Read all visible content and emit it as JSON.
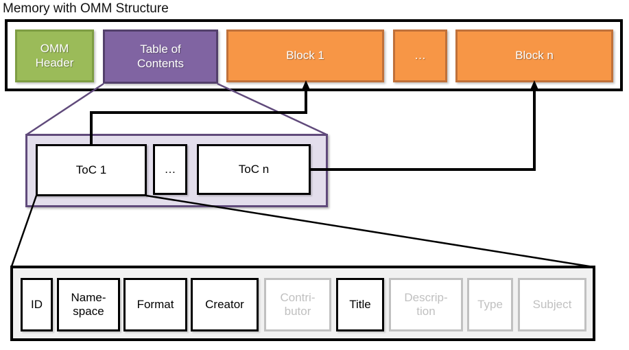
{
  "title": "Memory with OMM Structure",
  "colors": {
    "header_fill": "#9BBB59",
    "header_border": "#7E9D43",
    "toc_segment_fill": "#8064A2",
    "toc_segment_border": "#53406B",
    "block_fill": "#F79646",
    "block_border": "#C0713A",
    "toc_container_fill": "#E3DEEC",
    "toc_container_border": "#604A7B",
    "fields_container_fill": "#F1F1F1",
    "inactive_gray": "#C0C0C0",
    "line_black": "#000000"
  },
  "memory": {
    "segments": [
      {
        "label": "OMM\nHeader"
      },
      {
        "label": "Table of\nContents"
      },
      {
        "label": "Block 1"
      },
      {
        "label": "…"
      },
      {
        "label": "Block n"
      }
    ]
  },
  "toc": {
    "entries": [
      {
        "label": "ToC 1"
      },
      {
        "label": "…"
      },
      {
        "label": "ToC n"
      }
    ]
  },
  "fields": {
    "items": [
      {
        "label": "ID",
        "active": true
      },
      {
        "label": "Name-\nspace",
        "active": true
      },
      {
        "label": "Format",
        "active": true
      },
      {
        "label": "Creator",
        "active": true
      },
      {
        "label": "Contri-\nbutor",
        "active": false
      },
      {
        "label": "Title",
        "active": true
      },
      {
        "label": "Descrip-\ntion",
        "active": false
      },
      {
        "label": "Type",
        "active": false
      },
      {
        "label": "Subject",
        "active": false
      }
    ]
  }
}
